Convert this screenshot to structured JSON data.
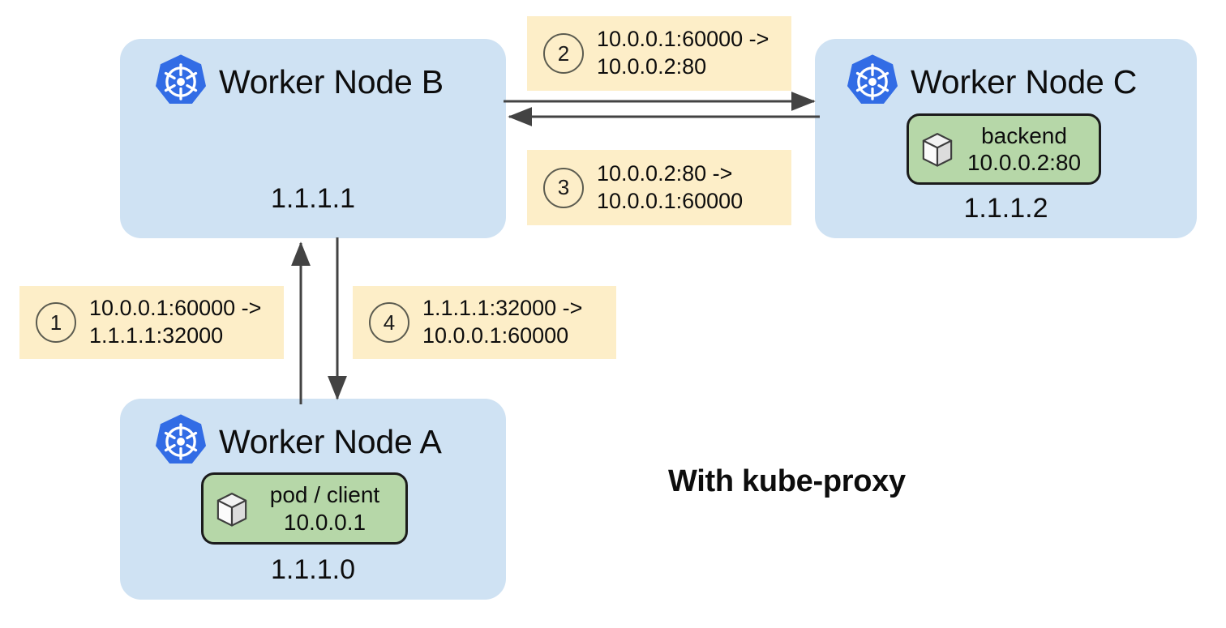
{
  "diagram": {
    "caption": "With kube-proxy",
    "colors": {
      "node_fill": "#cfe2f3",
      "pod_fill": "#b6d7a8",
      "label_fill": "#fdeec8",
      "arrow": "#434343",
      "k8s_blue": "#326ce5",
      "text": "#0d0d0d"
    }
  },
  "nodes": [
    {
      "id": "node-b",
      "title": "Worker Node B",
      "ip": "1.1.1.1",
      "icon": "kubernetes-icon",
      "pod": null
    },
    {
      "id": "node-c",
      "title": "Worker Node C",
      "ip": "1.1.1.2",
      "icon": "kubernetes-icon",
      "pod": {
        "name": "backend",
        "address": "10.0.0.2:80",
        "icon": "cube-icon"
      }
    },
    {
      "id": "node-a",
      "title": "Worker Node A",
      "ip": "1.1.1.0",
      "icon": "kubernetes-icon",
      "pod": {
        "name": "pod / client",
        "address": "10.0.0.1",
        "icon": "cube-icon"
      }
    }
  ],
  "steps": [
    {
      "number": "1",
      "line1": "10.0.0.1:60000 ->",
      "line2": "1.1.1.1:32000"
    },
    {
      "number": "2",
      "line1": "10.0.0.1:60000 ->",
      "line2": "10.0.0.2:80"
    },
    {
      "number": "3",
      "line1": "10.0.0.2:80 ->",
      "line2": "10.0.0.1:60000"
    },
    {
      "number": "4",
      "line1": "1.1.1.1:32000 ->",
      "line2": "10.0.0.1:60000"
    }
  ],
  "arrows": [
    {
      "id": "arrow-b-to-c",
      "direction": "right"
    },
    {
      "id": "arrow-c-to-b",
      "direction": "left"
    },
    {
      "id": "arrow-a-to-b",
      "direction": "up"
    },
    {
      "id": "arrow-b-to-a",
      "direction": "down"
    }
  ]
}
